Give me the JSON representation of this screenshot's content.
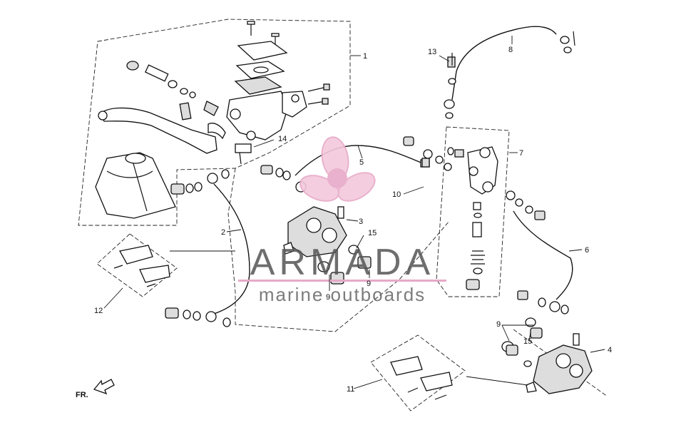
{
  "watermark": {
    "brand": "ARMADA",
    "tagline": "marine outboards",
    "colors": {
      "pink": "#e7a9c8",
      "petal": "#f3c9dc",
      "text": "#555555"
    }
  },
  "callouts": [
    {
      "id": "c1",
      "text": "1"
    },
    {
      "id": "c2",
      "text": "2"
    },
    {
      "id": "c3",
      "text": "3"
    },
    {
      "id": "c4",
      "text": "4"
    },
    {
      "id": "c5",
      "text": "5"
    },
    {
      "id": "c6",
      "text": "6"
    },
    {
      "id": "c7",
      "text": "7"
    },
    {
      "id": "c8",
      "text": "8"
    },
    {
      "id": "c9a",
      "text": "9"
    },
    {
      "id": "c9b",
      "text": "9"
    },
    {
      "id": "c9c",
      "text": "9"
    },
    {
      "id": "c10",
      "text": "10"
    },
    {
      "id": "c11",
      "text": "11"
    },
    {
      "id": "c12",
      "text": "12"
    },
    {
      "id": "c13",
      "text": "13"
    },
    {
      "id": "c14",
      "text": "14"
    },
    {
      "id": "c15a",
      "text": "15"
    },
    {
      "id": "c15b",
      "text": "15"
    }
  ],
  "front_marker": {
    "text": "FR."
  }
}
